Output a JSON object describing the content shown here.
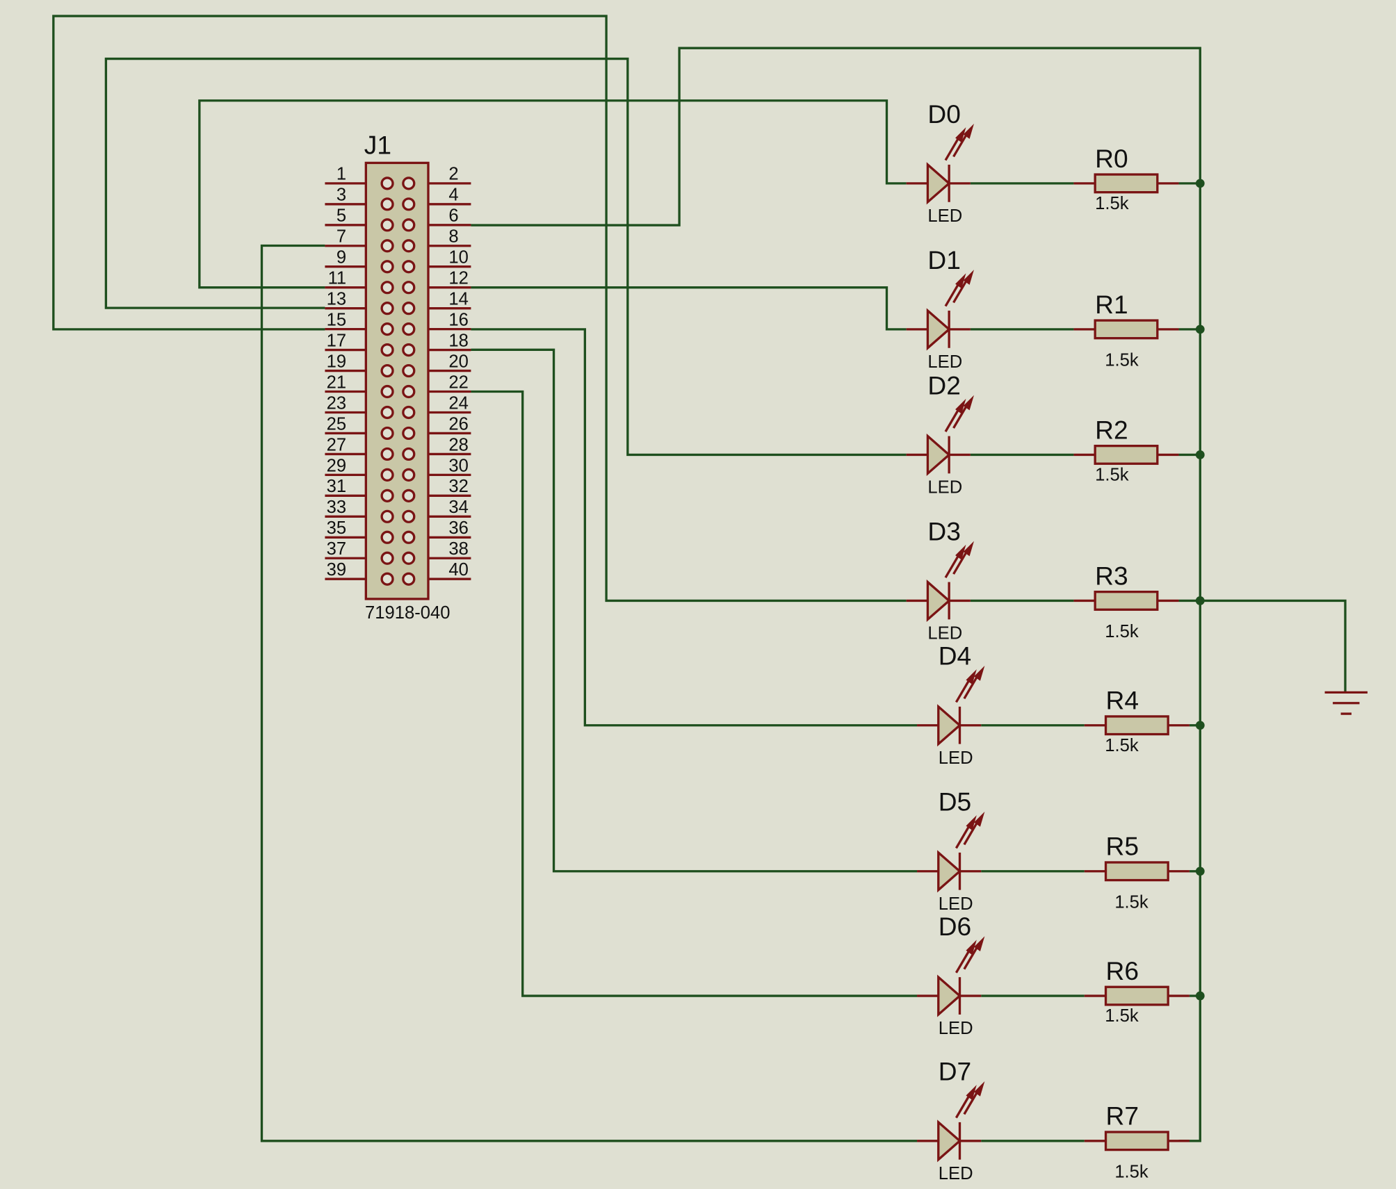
{
  "connector": {
    "ref": "J1",
    "value": "71918-040",
    "odd_pins": [
      "1",
      "3",
      "5",
      "7",
      "9",
      "11",
      "13",
      "15",
      "17",
      "19",
      "21",
      "23",
      "25",
      "27",
      "29",
      "31",
      "33",
      "35",
      "37",
      "39"
    ],
    "even_pins": [
      "2",
      "4",
      "6",
      "8",
      "10",
      "12",
      "14",
      "16",
      "18",
      "20",
      "22",
      "24",
      "26",
      "28",
      "30",
      "32",
      "34",
      "36",
      "38",
      "40"
    ]
  },
  "leds": [
    {
      "ref": "D0",
      "value": "LED"
    },
    {
      "ref": "D1",
      "value": "LED"
    },
    {
      "ref": "D2",
      "value": "LED"
    },
    {
      "ref": "D3",
      "value": "LED"
    },
    {
      "ref": "D4",
      "value": "LED"
    },
    {
      "ref": "D5",
      "value": "LED"
    },
    {
      "ref": "D6",
      "value": "LED"
    },
    {
      "ref": "D7",
      "value": "LED"
    }
  ],
  "resistors": [
    {
      "ref": "R0",
      "value": "1.5k"
    },
    {
      "ref": "R1",
      "value": "1.5k"
    },
    {
      "ref": "R2",
      "value": "1.5k"
    },
    {
      "ref": "R3",
      "value": "1.5k"
    },
    {
      "ref": "R4",
      "value": "1.5k"
    },
    {
      "ref": "R5",
      "value": "1.5k"
    },
    {
      "ref": "R6",
      "value": "1.5k"
    },
    {
      "ref": "R7",
      "value": "1.5k"
    }
  ],
  "colors": {
    "background": "#dfe0d2",
    "wire": "#1e4f1e",
    "component": "#7a1414",
    "component_fill": "#c9c7a7"
  }
}
